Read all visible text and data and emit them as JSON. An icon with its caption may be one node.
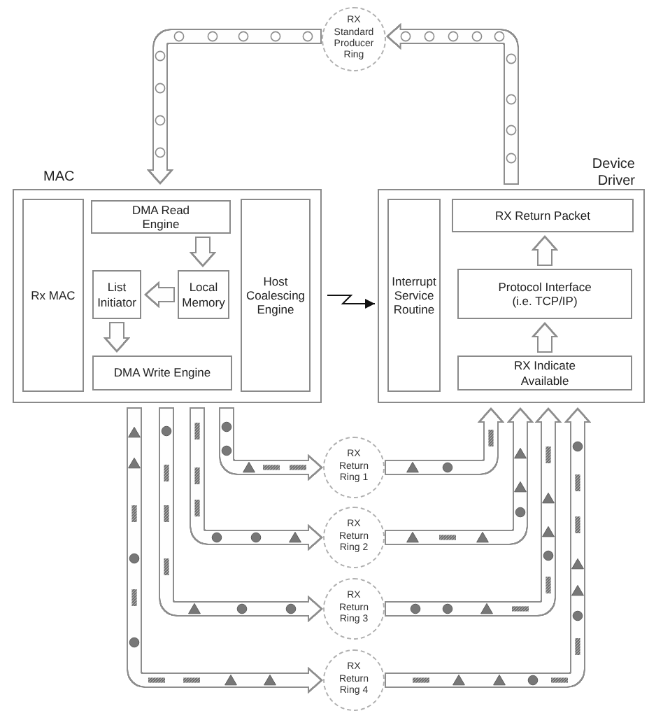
{
  "diagram": {
    "nodes": [
      {
        "text": [
          "RX Standard Producer Ring"
        ]
      },
      {
        "text": [
          "MAC"
        ]
      },
      {
        "text": [
          "Rx MAC"
        ],
        "in": 1
      },
      {
        "text": [
          "DMA Read Engine"
        ],
        "in": 1
      },
      {
        "text": [
          "List Initiator"
        ],
        "in": 1
      },
      {
        "text": [
          "Local Memory"
        ],
        "in": 1
      },
      {
        "text": [
          "DMA Write Engine"
        ],
        "in": 1
      },
      {
        "text": [
          "Host Coalescing Engine"
        ],
        "in": 1
      },
      {
        "text": [
          "Device Driver"
        ]
      },
      {
        "text": [
          "Interrupt Service Routine"
        ],
        "in": 8
      },
      {
        "text": [
          "RX Return Packet"
        ],
        "in": 8
      },
      {
        "text": [
          "Protocol Interface (i.e. TCP/IP)"
        ],
        "in": 8
      },
      {
        "text": [
          "RX Indicate Available"
        ],
        "in": 8
      },
      {
        "text": [
          "RX Return Ring 1"
        ]
      },
      {
        "text": [
          "RX Return Ring 2"
        ]
      },
      {
        "text": [
          "RX Return Ring 3"
        ]
      },
      {
        "text": [
          "RX Return Ring 4"
        ]
      }
    ],
    "edges": [
      {
        "from": 8,
        "to": 0,
        "arrow": "to"
      },
      {
        "from": 0,
        "to": 1,
        "arrow": "to"
      },
      {
        "from": 3,
        "to": 5,
        "arrow": "to"
      },
      {
        "from": 5,
        "to": 4,
        "arrow": "to"
      },
      {
        "from": 4,
        "to": 6,
        "arrow": "to"
      },
      {
        "from": 1,
        "to": 8,
        "arrow": "to",
        "color": "#111111"
      },
      {
        "from": 12,
        "to": 11,
        "arrow": "to"
      },
      {
        "from": 11,
        "to": 10,
        "arrow": "to"
      },
      {
        "from": 1,
        "to": 13,
        "arrow": "to"
      },
      {
        "from": 1,
        "to": 14,
        "arrow": "to"
      },
      {
        "from": 1,
        "to": 15,
        "arrow": "to"
      },
      {
        "from": 1,
        "to": 16,
        "arrow": "to"
      },
      {
        "from": 13,
        "to": 8,
        "arrow": "to"
      },
      {
        "from": 14,
        "to": 8,
        "arrow": "to"
      },
      {
        "from": 15,
        "to": 8,
        "arrow": "to"
      },
      {
        "from": 16,
        "to": 8,
        "arrow": "to"
      }
    ]
  }
}
